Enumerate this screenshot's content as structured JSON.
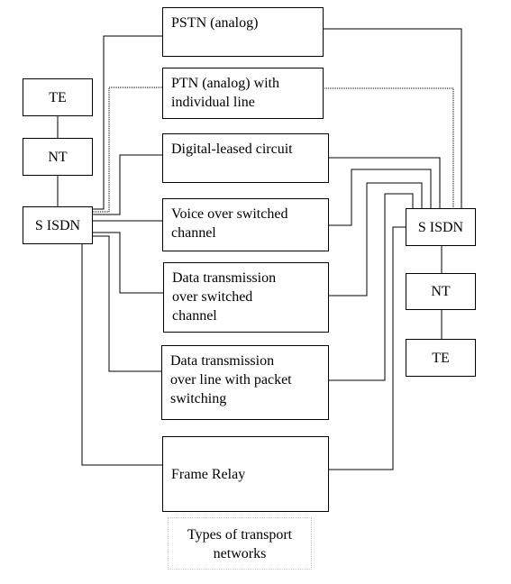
{
  "left_stack": {
    "te": "TE",
    "nt": "NT",
    "isdn": "S ISDN"
  },
  "right_stack": {
    "isdn": "S ISDN",
    "nt": "NT",
    "te": "TE"
  },
  "networks": {
    "pstn": "PSTN (analog)",
    "ptn_line1": "PTN (analog) with",
    "ptn_line2": "individual line",
    "leased": "Digital-leased circuit",
    "voice_line1": "Voice over switched",
    "voice_line2": "channel",
    "data_switched_line1": "Data transmission",
    "data_switched_line2": "over switched",
    "data_switched_line3": "channel",
    "data_packet_line1": "Data transmission",
    "data_packet_line2": "over line with packet",
    "data_packet_line3": "switching",
    "frame_relay": "Frame Relay"
  },
  "caption": {
    "line1": "Types of transport",
    "line2": "networks"
  }
}
